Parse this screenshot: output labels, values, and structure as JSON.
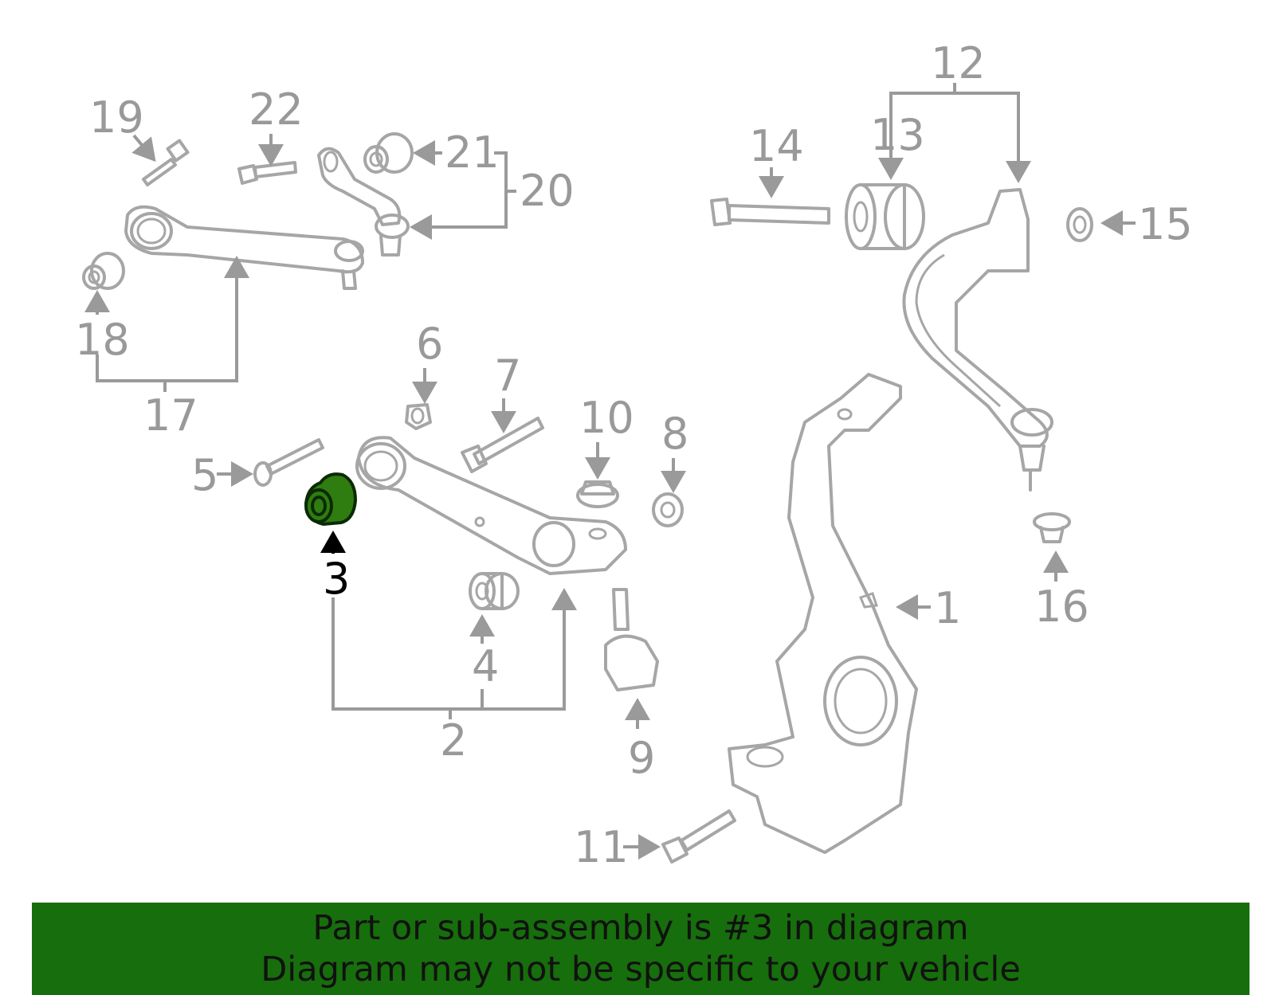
{
  "callouts": [
    {
      "id": "1",
      "text": "1"
    },
    {
      "id": "2",
      "text": "2"
    },
    {
      "id": "3",
      "text": "3"
    },
    {
      "id": "4",
      "text": "4"
    },
    {
      "id": "5",
      "text": "5"
    },
    {
      "id": "6",
      "text": "6"
    },
    {
      "id": "7",
      "text": "7"
    },
    {
      "id": "8",
      "text": "8"
    },
    {
      "id": "9",
      "text": "9"
    },
    {
      "id": "10",
      "text": "10"
    },
    {
      "id": "11",
      "text": "11"
    },
    {
      "id": "12",
      "text": "12"
    },
    {
      "id": "13",
      "text": "13"
    },
    {
      "id": "14",
      "text": "14"
    },
    {
      "id": "15",
      "text": "15"
    },
    {
      "id": "16",
      "text": "16"
    },
    {
      "id": "17",
      "text": "17"
    },
    {
      "id": "18",
      "text": "18"
    },
    {
      "id": "19",
      "text": "19"
    },
    {
      "id": "20",
      "text": "20"
    },
    {
      "id": "21",
      "text": "21"
    },
    {
      "id": "22",
      "text": "22"
    }
  ],
  "highlighted_part": "3",
  "banner": {
    "line1": "Part or sub-assembly is #3 in diagram",
    "line2": "Diagram may not be specific to your vehicle"
  },
  "colors": {
    "banner_bg": "#176e0c",
    "highlight": "#2f7d10",
    "linework": "#a6a6a6",
    "label": "#999999"
  }
}
